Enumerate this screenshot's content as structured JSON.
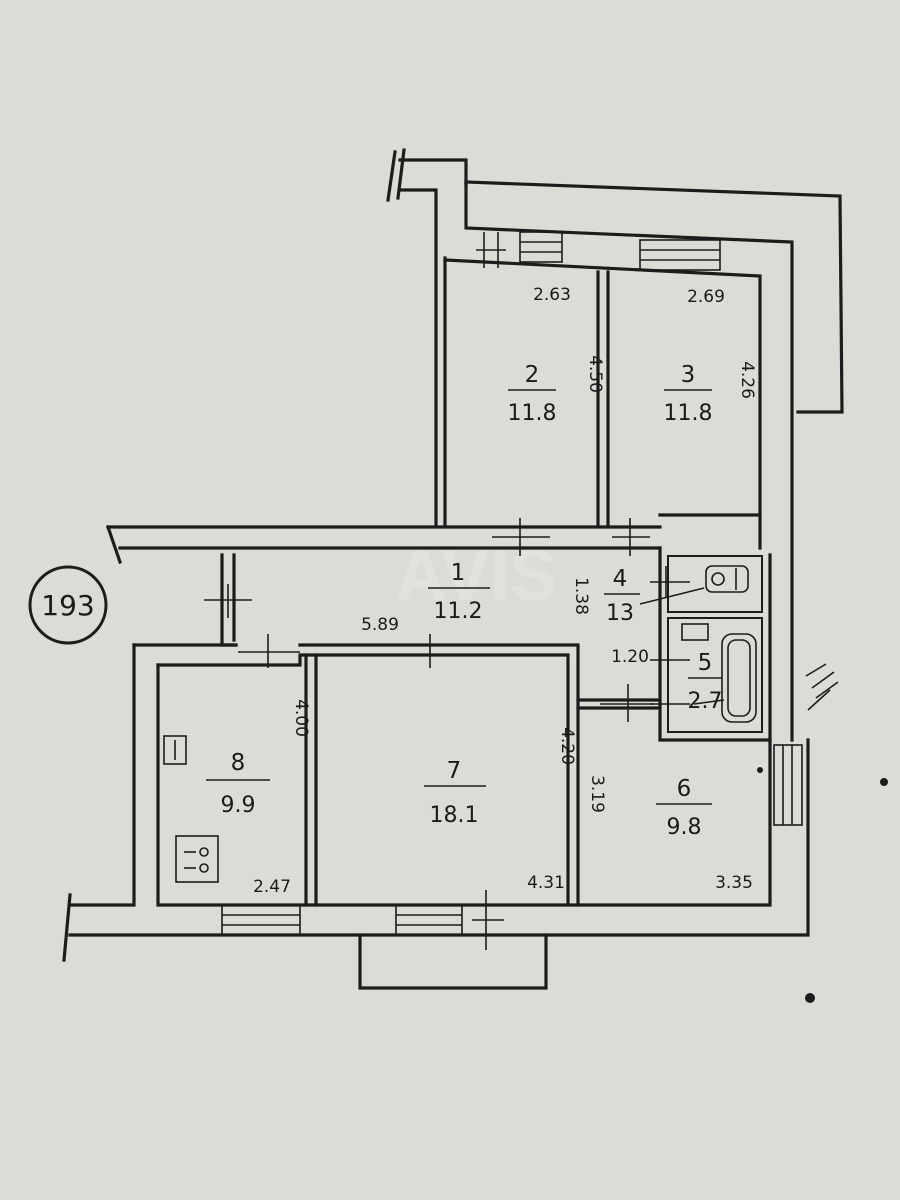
{
  "plan": {
    "apartment_number": "193",
    "watermark": "AVIS"
  },
  "rooms": [
    {
      "id": "room-1",
      "number": "1",
      "area": "11.2"
    },
    {
      "id": "room-2",
      "number": "2",
      "area": "11.8"
    },
    {
      "id": "room-3",
      "number": "3",
      "area": "11.8"
    },
    {
      "id": "room-4",
      "number": "4",
      "area": "13"
    },
    {
      "id": "room-5",
      "number": "5",
      "area": "2.7"
    },
    {
      "id": "room-6",
      "number": "6",
      "area": "9.8"
    },
    {
      "id": "room-7",
      "number": "7",
      "area": "18.1"
    },
    {
      "id": "room-8",
      "number": "8",
      "area": "9.9"
    }
  ],
  "dimensions": {
    "room2_width": "2.63",
    "room2_depth": "4.50",
    "room3_width": "2.69",
    "room3_depth": "4.26",
    "hall_length": "5.89",
    "hall_depth": "1.38",
    "wc_width": "1.20",
    "room8_depth": "4.00",
    "room8_width": "2.47",
    "room7_depth": "4.20",
    "room7_width": "4.31",
    "room6_depth": "3.19",
    "room6_width": "3.35"
  },
  "colors": {
    "paper": "#dcdcd6",
    "ink": "#1c1c1c"
  }
}
